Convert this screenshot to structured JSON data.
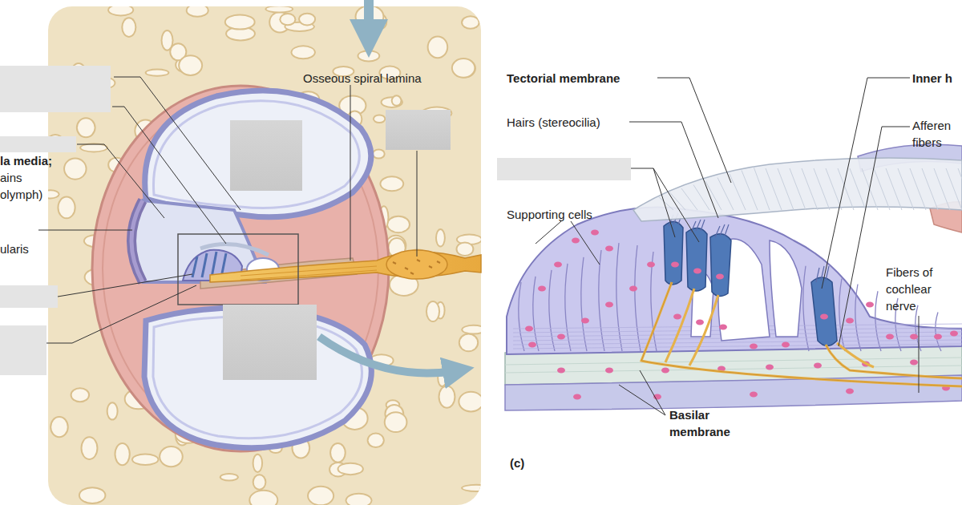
{
  "diagram": {
    "labels": [
      "Osseous spiral lamina",
      "la media; ains olymph)",
      "ularis",
      "Tectorial membrane",
      "Inner h",
      "Hairs (stereocilia)",
      "Afferen fibers",
      "Supporting cells",
      "Fibers of cochlear nerve",
      "Basilar membrane",
      "(c)"
    ]
  }
}
